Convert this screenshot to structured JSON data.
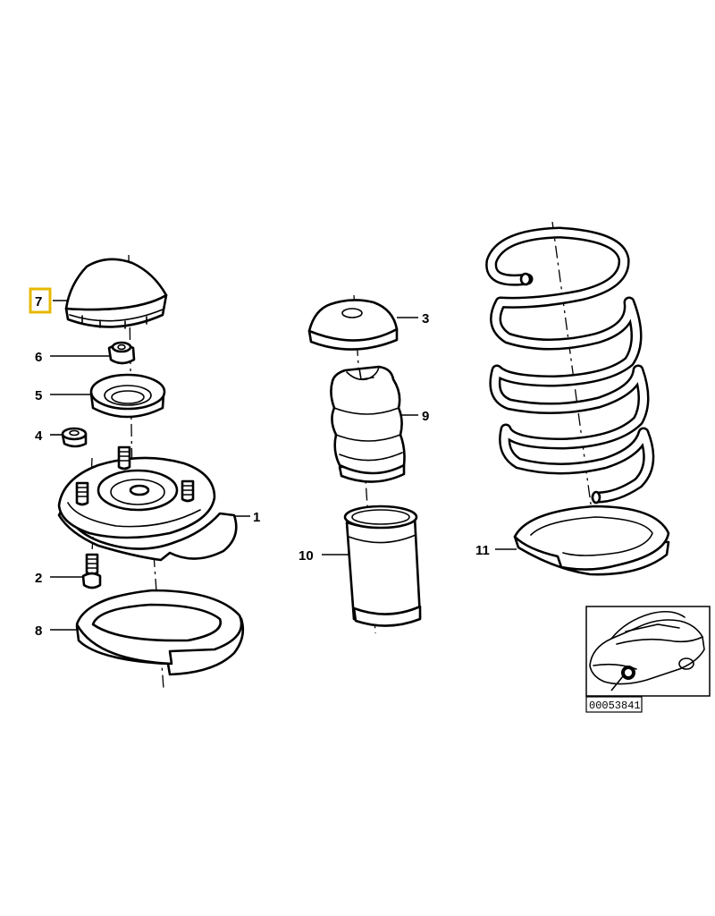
{
  "labels": {
    "p1": "1",
    "p2": "2",
    "p3": "3",
    "p4": "4",
    "p5": "5",
    "p6": "6",
    "p7": "7",
    "p8": "8",
    "p9": "9",
    "p10": "10",
    "p11": "11"
  },
  "selected_part": "7",
  "highlight_color": "#e6b800",
  "reference_number": "00053841"
}
